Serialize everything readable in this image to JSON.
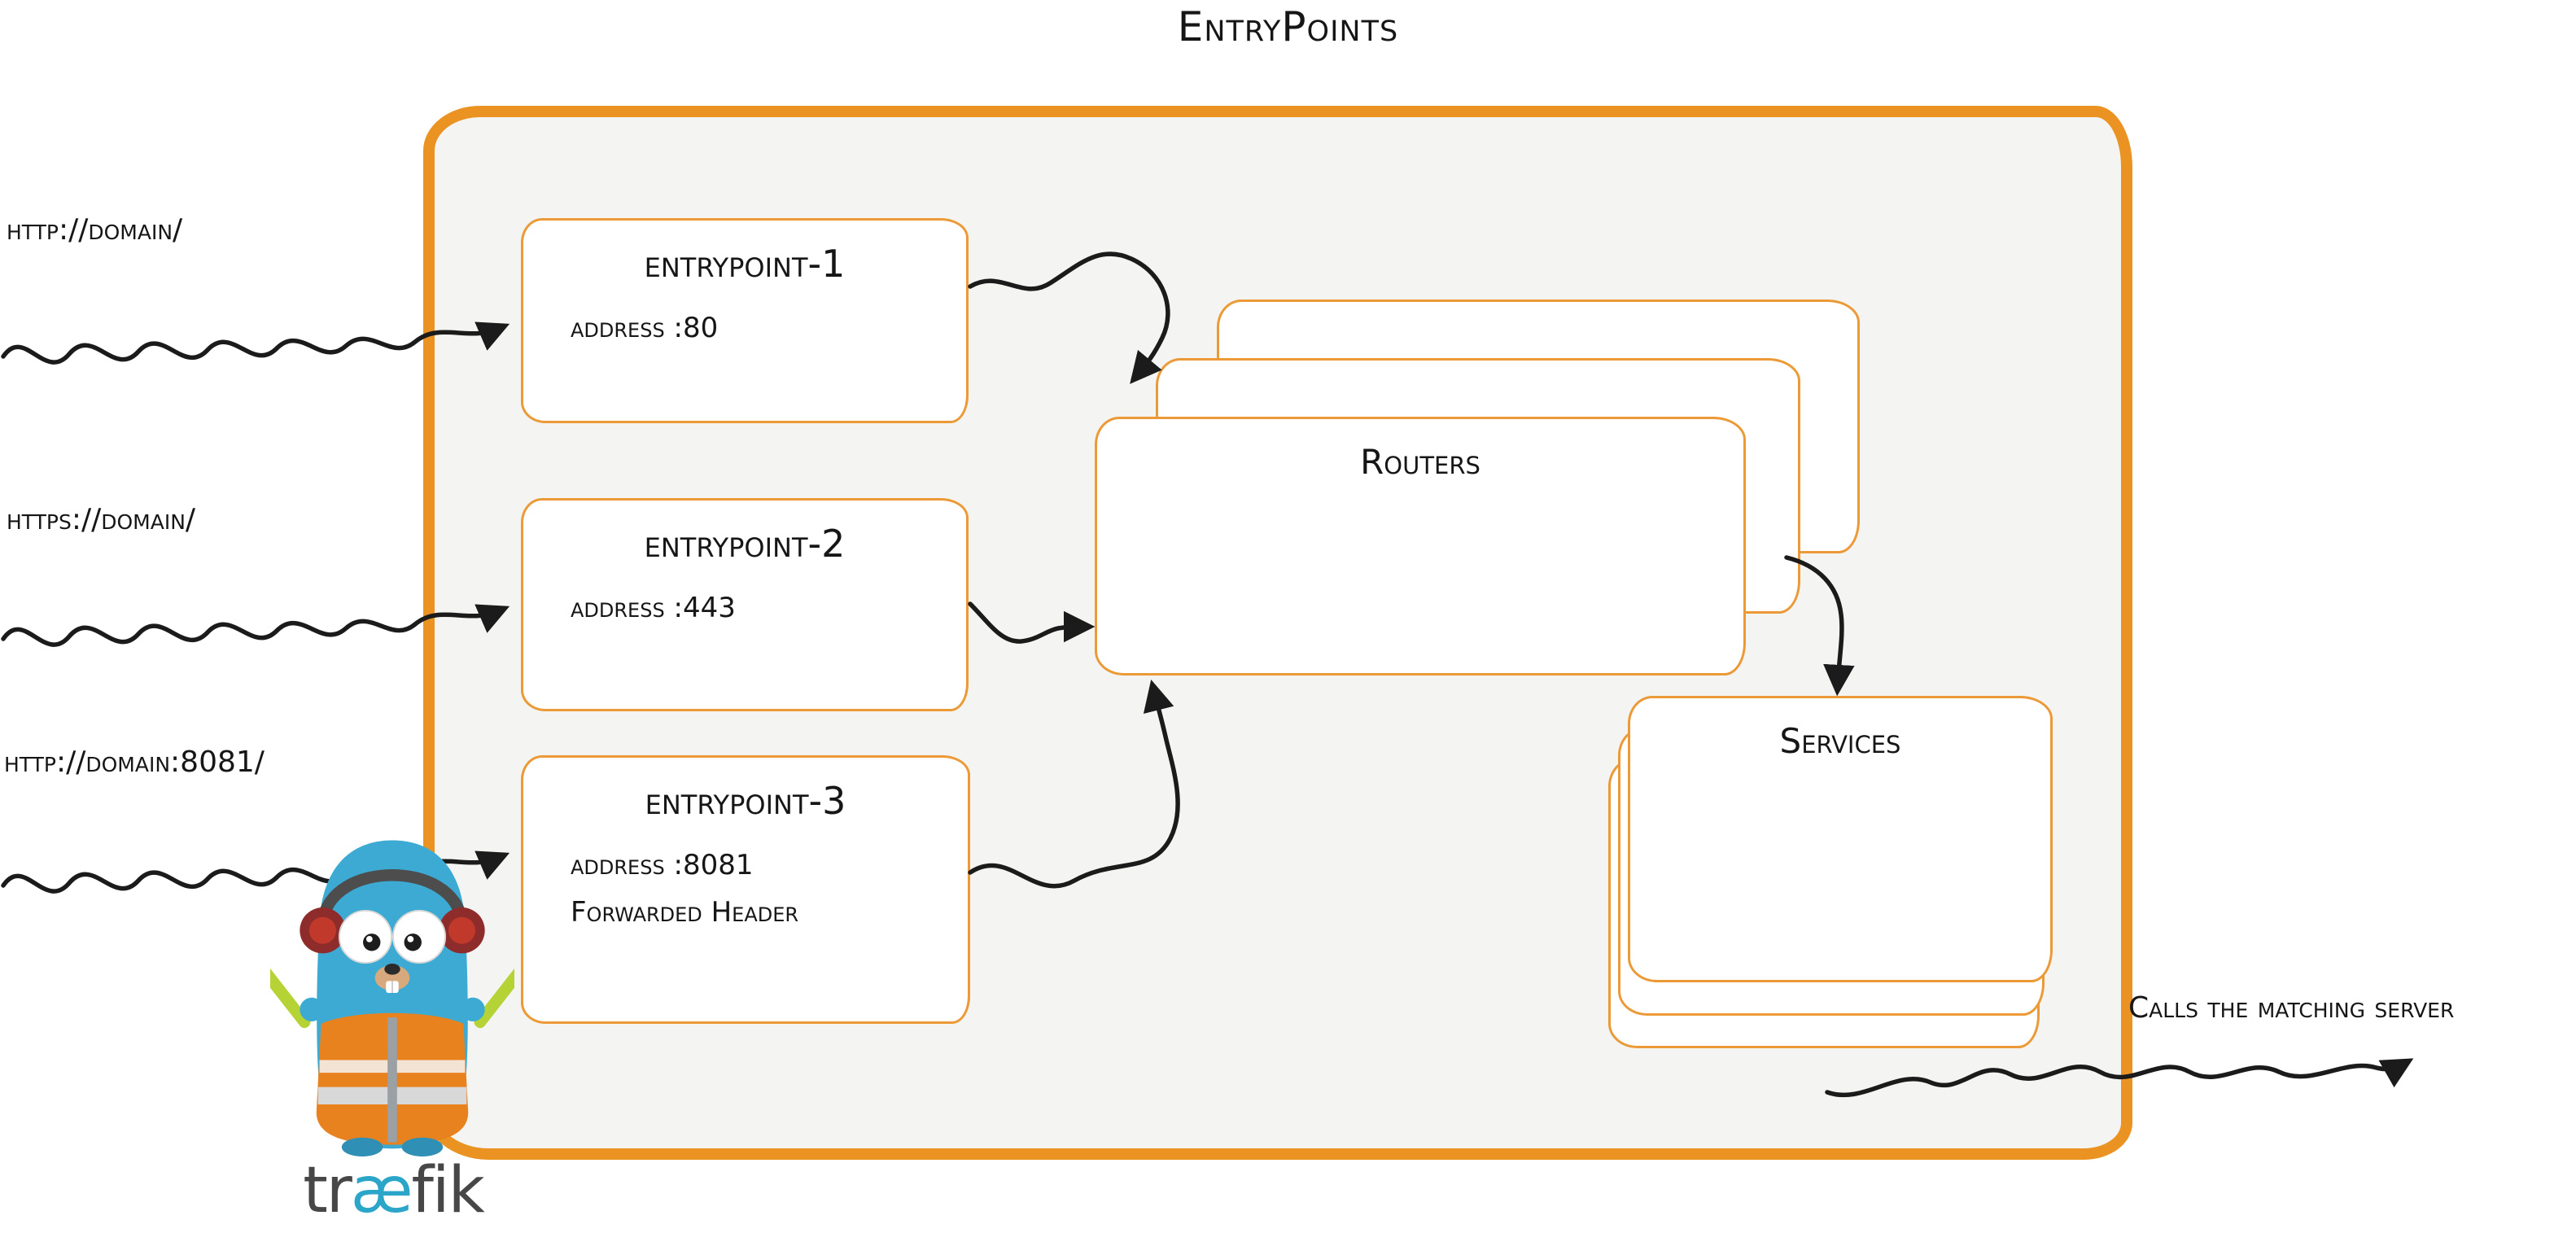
{
  "title": "EntryPoints",
  "colors": {
    "accent_orange": "#ea9323",
    "box_fill": "#f4f4f2",
    "ink": "#161616",
    "wordmark_teal": "#2ba6c8"
  },
  "requests": [
    {
      "label": "http://domain/"
    },
    {
      "label": "https://domain/"
    },
    {
      "label": "http://domain:8081/"
    }
  ],
  "entrypoints": [
    {
      "name": "entrypoint-1",
      "lines": [
        "address :80"
      ]
    },
    {
      "name": "entrypoint-2",
      "lines": [
        "address :443"
      ]
    },
    {
      "name": "entrypoint-3",
      "lines": [
        "address :8081",
        "Forwarded Header"
      ]
    }
  ],
  "routers": {
    "label": "Routers"
  },
  "services": {
    "label": "Services"
  },
  "outgoing_caption": "Calls the matching server",
  "logo": {
    "word_prefix": "tr",
    "word_ligature": "æ",
    "word_suffix": "fik"
  }
}
